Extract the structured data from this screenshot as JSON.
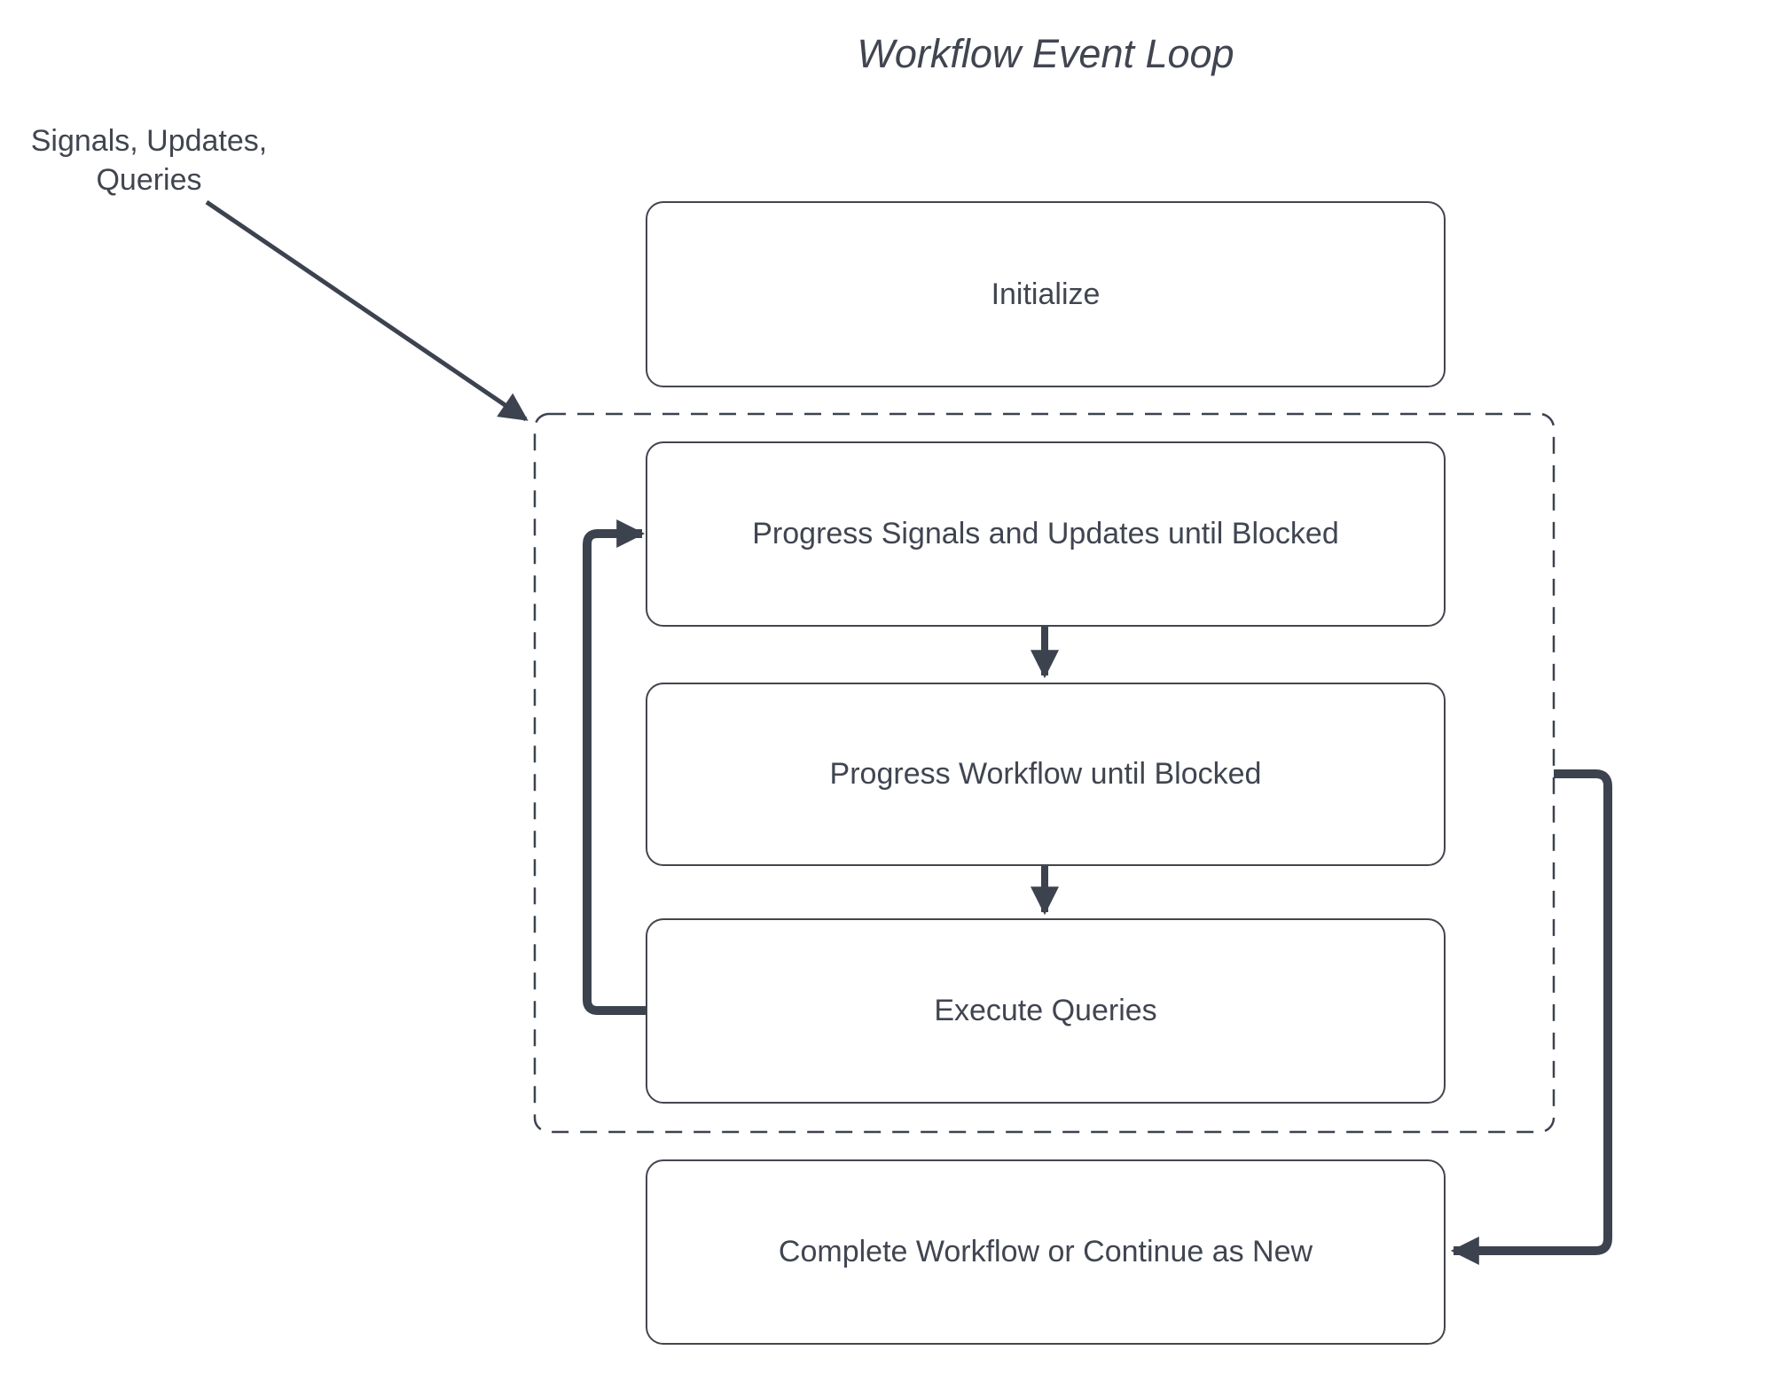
{
  "diagram": {
    "title": "Workflow Event Loop",
    "external_label": {
      "line1": "Signals, Updates,",
      "line2": "Queries"
    },
    "nodes": [
      {
        "id": "initialize",
        "label": "Initialize"
      },
      {
        "id": "progress-signals",
        "label": "Progress Signals and Updates until Blocked"
      },
      {
        "id": "progress-workflow",
        "label": "Progress Workflow until Blocked"
      },
      {
        "id": "execute-queries",
        "label": "Execute Queries"
      },
      {
        "id": "complete",
        "label": "Complete Workflow or Continue as New"
      }
    ],
    "groups": [
      {
        "id": "event-loop",
        "style": "dashed",
        "contains": [
          "progress-signals",
          "progress-workflow",
          "execute-queries"
        ]
      }
    ],
    "edges": [
      {
        "id": "signals-into-loop",
        "from": "external-label",
        "to": "event-loop"
      },
      {
        "id": "signals-to-workflow",
        "from": "progress-signals",
        "to": "progress-workflow"
      },
      {
        "id": "workflow-to-queries",
        "from": "progress-workflow",
        "to": "execute-queries"
      },
      {
        "id": "queries-loop-back-to-signals",
        "from": "execute-queries",
        "to": "progress-signals"
      },
      {
        "id": "loop-exit-to-complete",
        "from": "event-loop",
        "to": "complete"
      }
    ],
    "colors": {
      "ink": "#3c434f",
      "border": "#43464d",
      "text": "#404550",
      "background": "#ffffff"
    }
  }
}
